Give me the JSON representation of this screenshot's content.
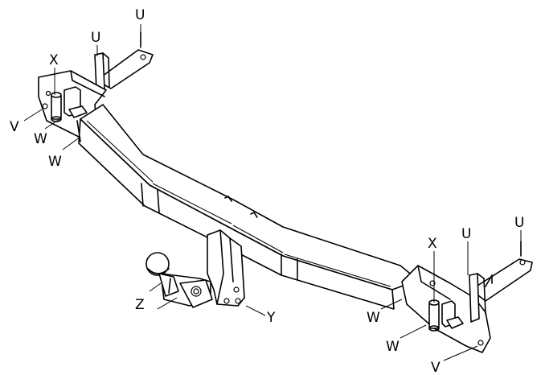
{
  "labels": {
    "u_left_top": "U",
    "u_left": "U",
    "x_left": "X",
    "v_left": "V",
    "w_left_1": "W",
    "w_left_2": "W",
    "z": "Z",
    "y": "Y",
    "x_right": "X",
    "u_right": "U",
    "u_right_top": "U",
    "w_right_1": "W",
    "w_right_2": "W",
    "v_right": "V"
  }
}
